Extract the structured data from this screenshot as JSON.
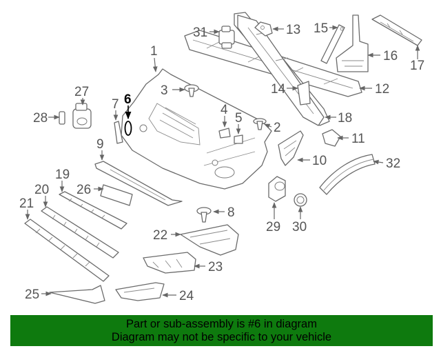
{
  "diagram": {
    "highlight": "6",
    "callouts": [
      {
        "id": "1",
        "label": "1"
      },
      {
        "id": "2",
        "label": "2"
      },
      {
        "id": "3",
        "label": "3"
      },
      {
        "id": "4",
        "label": "4"
      },
      {
        "id": "5",
        "label": "5"
      },
      {
        "id": "6",
        "label": "6"
      },
      {
        "id": "7",
        "label": "7"
      },
      {
        "id": "8",
        "label": "8"
      },
      {
        "id": "9",
        "label": "9"
      },
      {
        "id": "10",
        "label": "10"
      },
      {
        "id": "11",
        "label": "11"
      },
      {
        "id": "12",
        "label": "12"
      },
      {
        "id": "13",
        "label": "13"
      },
      {
        "id": "14",
        "label": "14"
      },
      {
        "id": "15",
        "label": "15"
      },
      {
        "id": "16",
        "label": "16"
      },
      {
        "id": "17",
        "label": "17"
      },
      {
        "id": "18",
        "label": "18"
      },
      {
        "id": "19",
        "label": "19"
      },
      {
        "id": "20",
        "label": "20"
      },
      {
        "id": "21",
        "label": "21"
      },
      {
        "id": "22",
        "label": "22"
      },
      {
        "id": "23",
        "label": "23"
      },
      {
        "id": "24",
        "label": "24"
      },
      {
        "id": "25",
        "label": "25"
      },
      {
        "id": "26",
        "label": "26"
      },
      {
        "id": "27",
        "label": "27"
      },
      {
        "id": "28",
        "label": "28"
      },
      {
        "id": "29",
        "label": "29"
      },
      {
        "id": "30",
        "label": "30"
      },
      {
        "id": "31",
        "label": "31"
      },
      {
        "id": "32",
        "label": "32"
      }
    ]
  },
  "banner": {
    "line1": "Part or sub-assembly is #6 in diagram",
    "line2": "Diagram may not be specific to your vehicle",
    "color": "#0e7a0e"
  }
}
